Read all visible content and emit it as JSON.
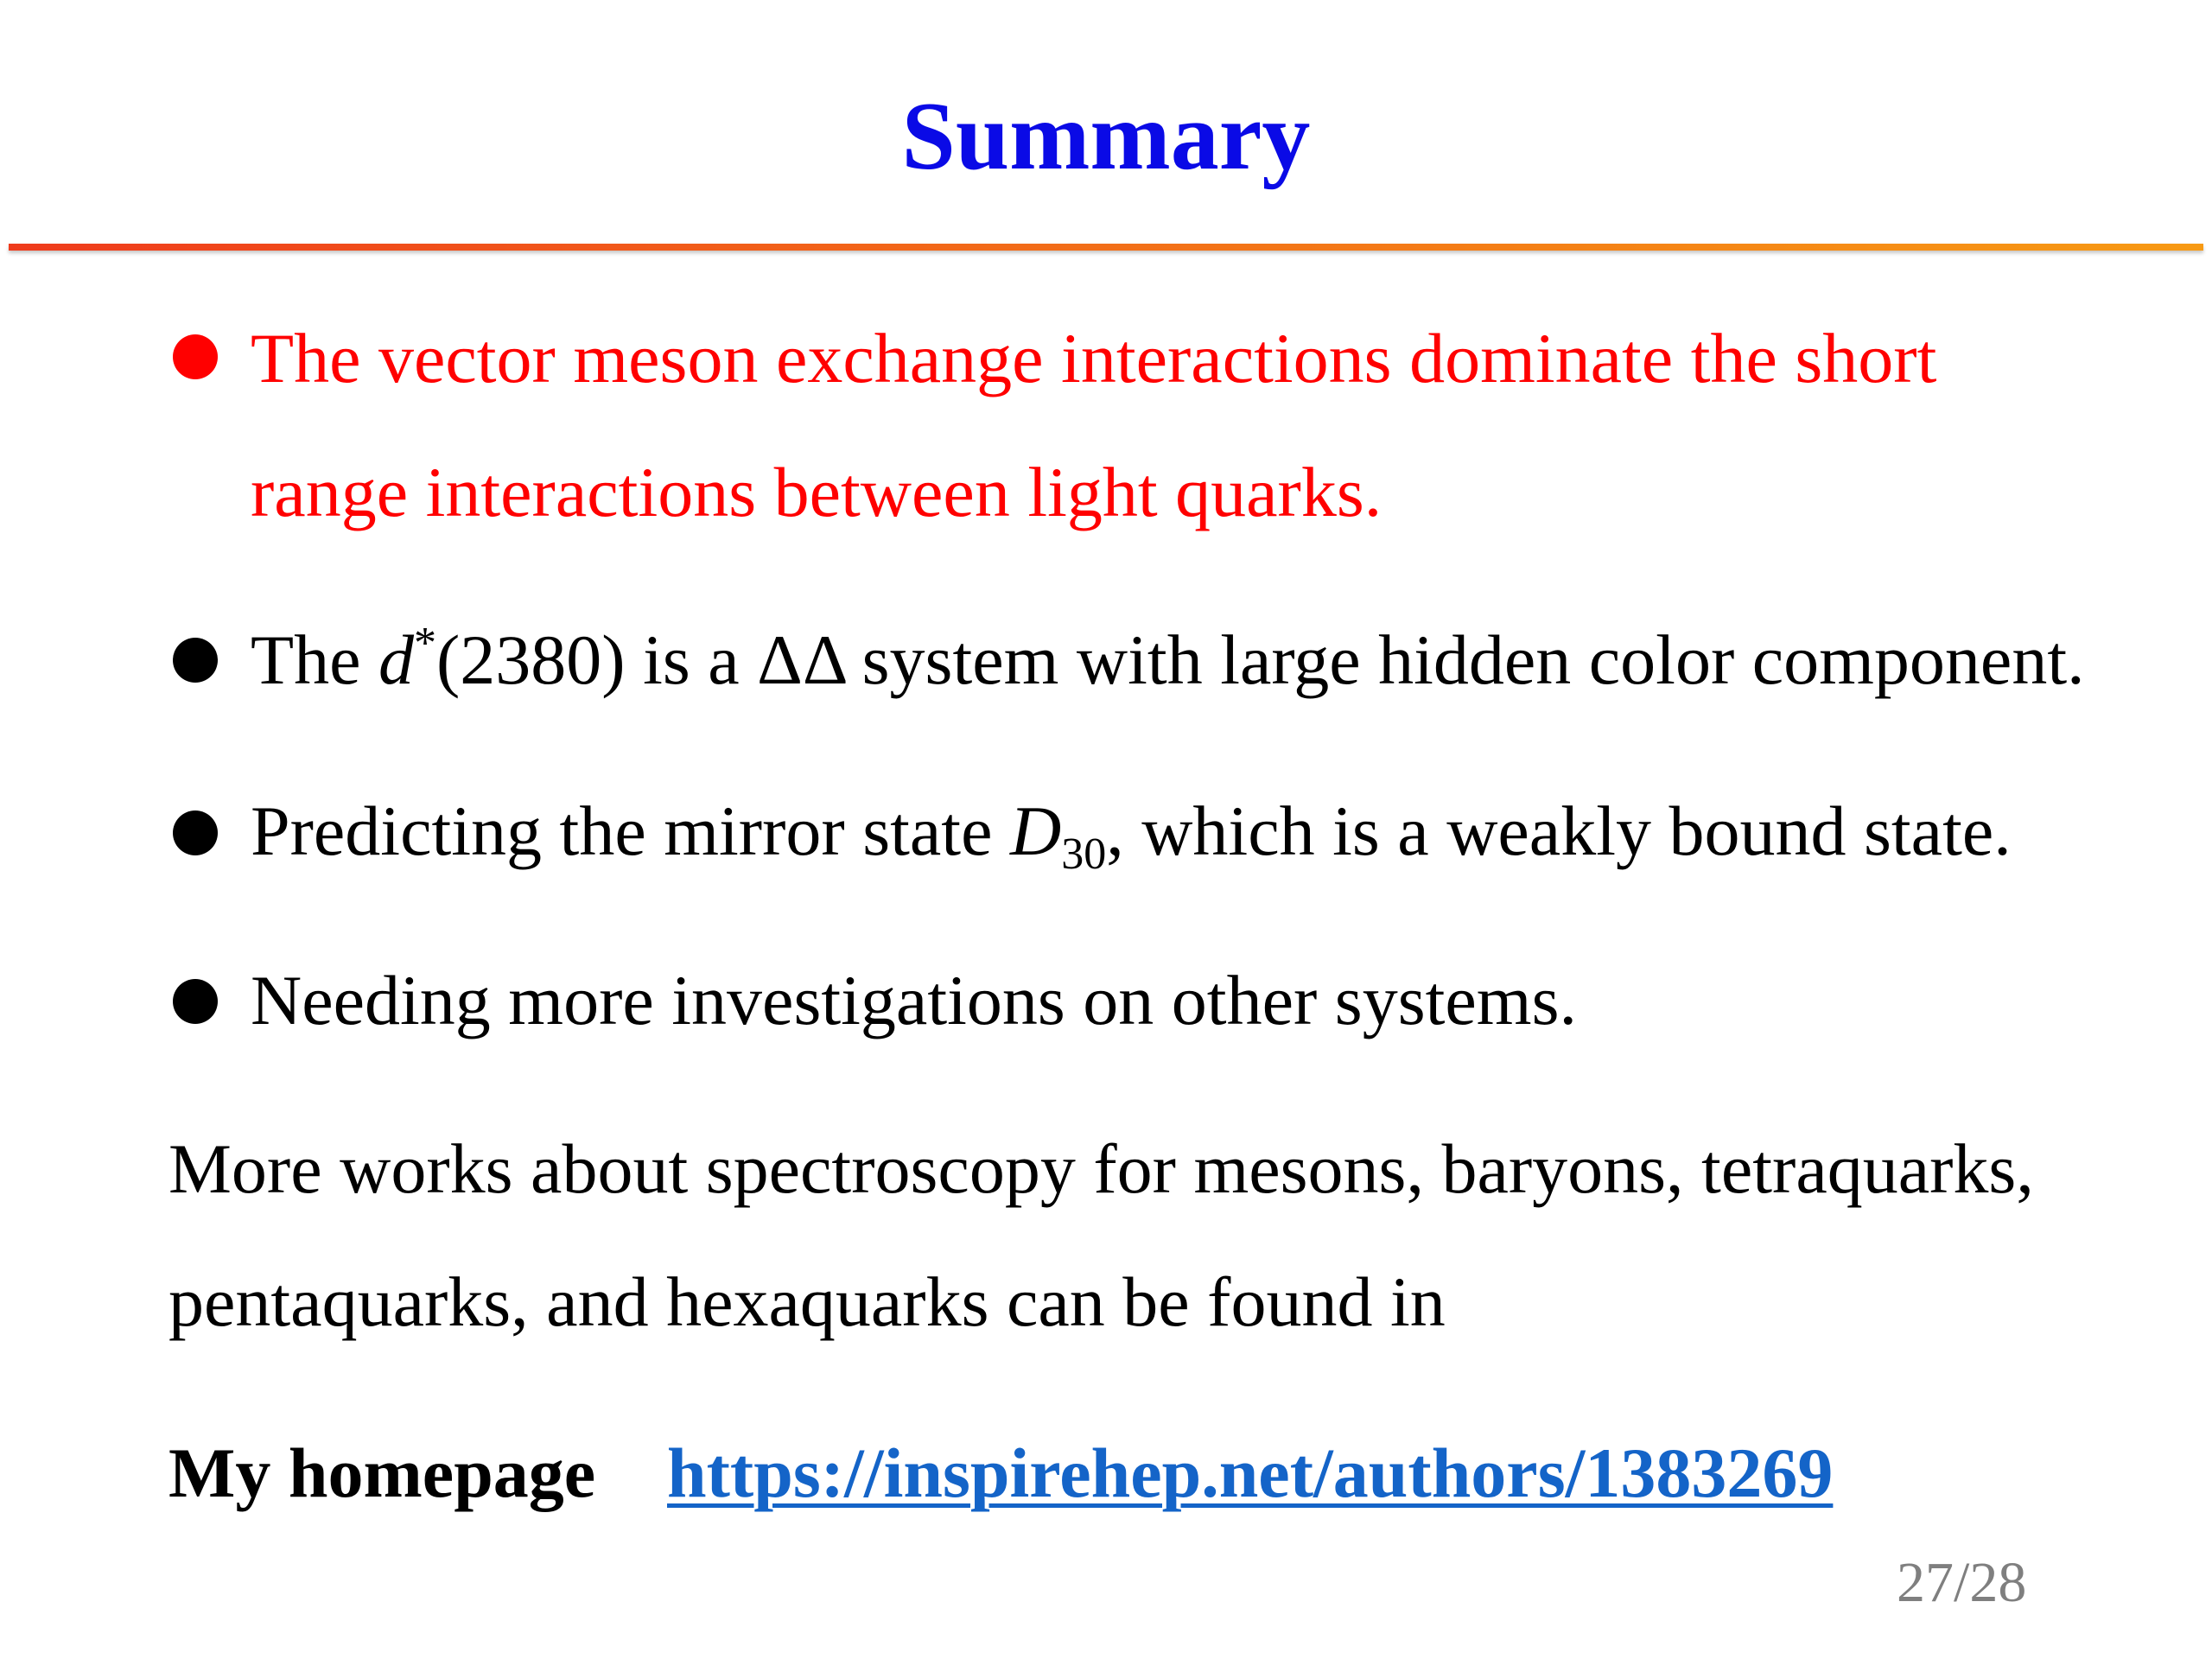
{
  "slide": {
    "title": "Summary",
    "bullets": [
      {
        "line1": "The vector meson exchange interactions dominate the short",
        "line2": "range interactions between light quarks."
      },
      {
        "pre": "The ",
        "symbol": "d",
        "sup": "*",
        "post": "(2380) is a ΔΔ system with large hidden color component."
      },
      {
        "pre": "Predicting the mirror state ",
        "symbol": "D",
        "sub": "30",
        "post": ", which is a weakly bound state."
      },
      {
        "text": "Needing more investigations on other systems."
      }
    ],
    "more": {
      "line1": "More works about spectroscopy for mesons, baryons, tetraquarks,",
      "line2": "pentaquarks, and hexaquarks can be found in"
    },
    "homepage": {
      "label": "My homepage",
      "url_text": "https://inspirehep.net/authors/1383269"
    },
    "page_number": "27/28",
    "colors": {
      "title": "#0a0ae6",
      "highlight_bullet": "#ff0000",
      "link": "#1464c8",
      "rule": "#f26a18",
      "page_number": "#7f7f7f"
    }
  }
}
